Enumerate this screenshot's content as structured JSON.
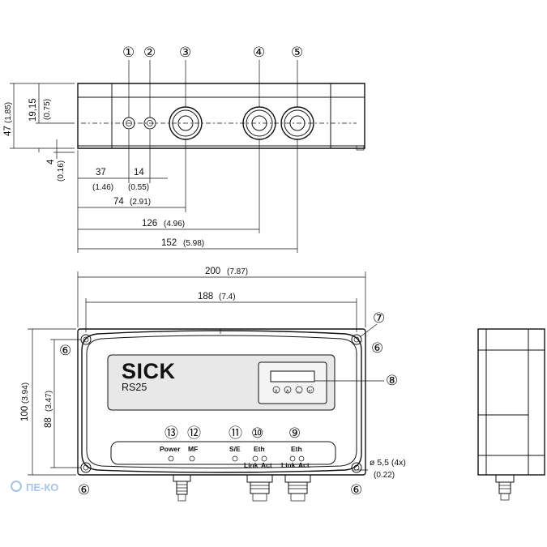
{
  "top_view": {
    "callouts": [
      "①",
      "②",
      "③",
      "④",
      "⑤"
    ],
    "height_main": "47",
    "height_main_inch": "(1.85)",
    "height_top": "19,15",
    "height_top_inch": "(0.75)",
    "height_bottom": "4",
    "height_bottom_inch": "(0.16)",
    "dim_37": "37",
    "dim_37_inch": "(1.46)",
    "dim_14": "14",
    "dim_14_inch": "(0.55)",
    "dim_74": "74",
    "dim_74_inch": "(2.91)",
    "dim_126": "126",
    "dim_126_inch": "(4.96)",
    "dim_152": "152",
    "dim_152_inch": "(5.98)"
  },
  "front_view": {
    "width_total": "200",
    "width_total_inch": "(7.87)",
    "width_holes": "188",
    "width_holes_inch": "(7.4)",
    "height_total": "100",
    "height_total_inch": "(3.94)",
    "height_holes": "88",
    "height_holes_inch": "(3.47)",
    "brand": "SICK",
    "model": "RS25",
    "callout_6": "⑥",
    "callout_7": "⑦",
    "callout_8": "⑧",
    "callout_9": "⑨",
    "callout_10": "⑩",
    "callout_11": "⑪",
    "callout_12": "⑫",
    "callout_13": "⑬",
    "led_power": "Power",
    "led_mf": "MF",
    "led_se": "S/E",
    "led_eth": "Eth",
    "led_link": "Link",
    "led_act": "Act",
    "hole_dia": "ø 5,5 (4x)",
    "hole_dia_inch": "(0.22)",
    "buttons": [
      "∨",
      "∧",
      "←",
      "↵"
    ]
  },
  "watermark": "ПЕ-КО"
}
